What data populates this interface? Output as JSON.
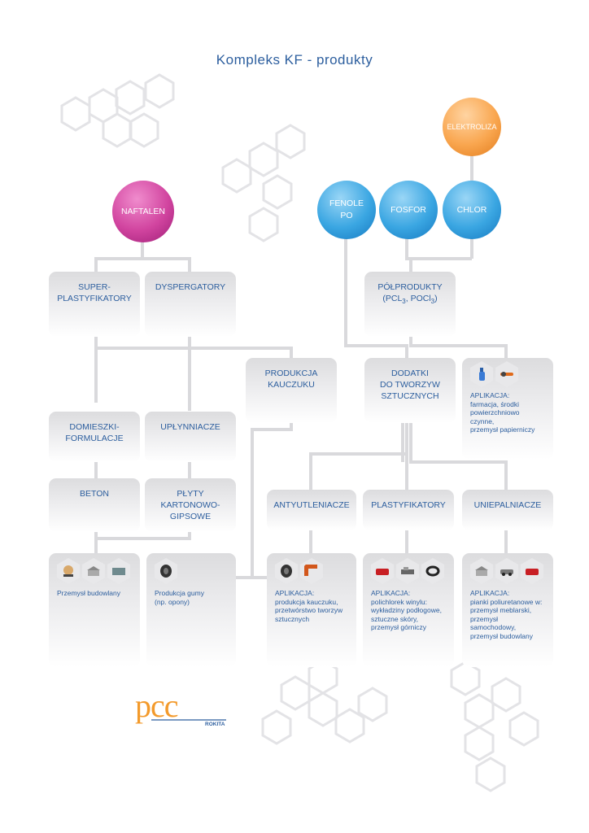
{
  "title": "Kompleks KF - produkty",
  "nodes": {
    "naftalen": "NAFTALEN",
    "fenole": [
      "FENOLE",
      "PO"
    ],
    "fosfor": "FOSFOR",
    "chlor": "CHLOR",
    "elektroliza": "ELEKTROLIZA",
    "superplast": [
      "SUPER-",
      "PLASTYFIKATORY"
    ],
    "dyspergatory": "DYSPERGATORY",
    "polprodukty": [
      "PÓŁPRODUKTY",
      "(PCL",
      "3",
      ", POCl",
      "3",
      ")"
    ],
    "kauczuk": [
      "PRODUKCJA",
      "KAUCZUKU"
    ],
    "dodatki": [
      "DODATKI",
      "DO TWORZYW",
      "SZTUCZNYCH"
    ],
    "domieszki": [
      "DOMIESZKI-",
      "FORMULACJE"
    ],
    "uplynniacze": "UPŁYNNIACZE",
    "beton": "BETON",
    "plyty": [
      "PŁYTY",
      "KARTONOWO-",
      "GIPSOWE"
    ],
    "antyutleniacze": "ANTYUTLENIACZE",
    "plastyfikatory": "PLASTYFIKATORY",
    "uniepalniacze": "UNIEPALNIACZE"
  },
  "applications": {
    "budowlany": [
      "Przemysł budowlany"
    ],
    "guma": [
      "Produkcja gumy",
      "(np. opony)"
    ],
    "antyutl": [
      "APLIKACJA:",
      "produkcja kauczuku,",
      "przetwórstwo tworzyw",
      "sztucznych"
    ],
    "plast": [
      "APLIKACJA:",
      "polichlorek winylu:",
      "wykładziny podłogowe,",
      "sztuczne skóry,",
      "przemysł górniczy"
    ],
    "uniep": [
      "APLIKACJA:",
      "pianki poliuretanowe w:",
      "przemysł meblarski,",
      "przemysł samochodowy,",
      "przemysł budowlany"
    ],
    "polprod": [
      "APLIKACJA:",
      "farmacja, środki",
      "powierzchniowo czynne,",
      "przemysł papierniczy"
    ]
  },
  "icons": {
    "budowlany": [
      "concrete-mixer-icon",
      "building-icon",
      "container-icon"
    ],
    "guma": [
      "tire-icon"
    ],
    "antyutl": [
      "tire-icon",
      "pipe-icon"
    ],
    "plast": [
      "sofa-icon",
      "machine-icon",
      "cable-icon"
    ],
    "uniep": [
      "building-icon",
      "car-icon",
      "sofa-icon"
    ],
    "polprod": [
      "bottle-icon",
      "tools-icon"
    ]
  },
  "logo": {
    "text": "pcc",
    "sub": "ROKITA",
    "color": "#f39a2b"
  },
  "colors": {
    "pink": "#d1449f",
    "blue": "#3aa6e2",
    "orange": "#f9a64f",
    "text": "#2c5e9e",
    "line": "#d9d9dc"
  }
}
